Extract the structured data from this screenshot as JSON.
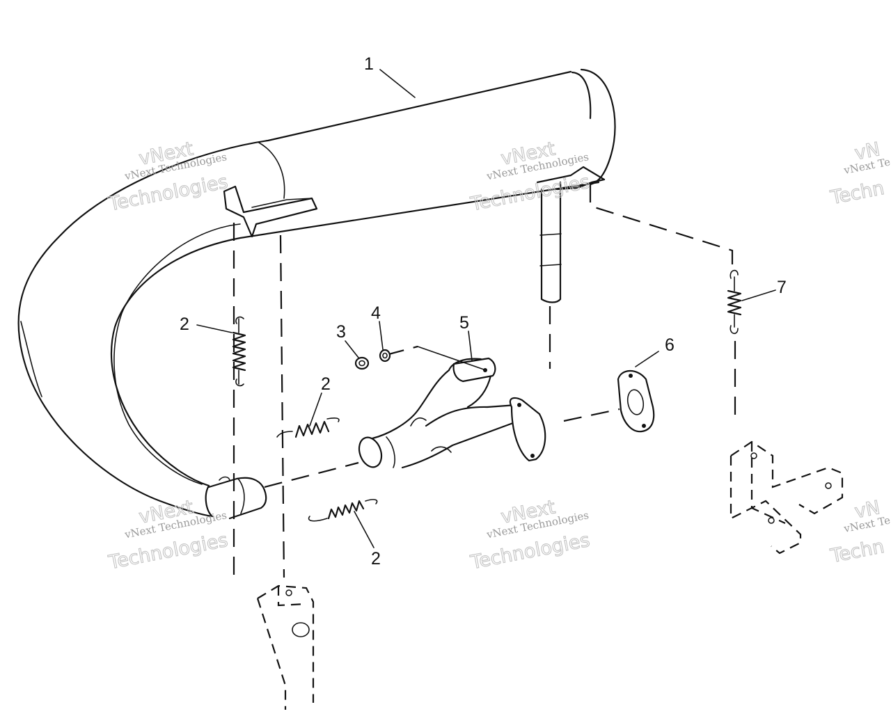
{
  "diagram": {
    "callouts": [
      {
        "id": "callout-1",
        "text": "1"
      },
      {
        "id": "callout-2-left",
        "text": "2"
      },
      {
        "id": "callout-2-middle",
        "text": "2"
      },
      {
        "id": "callout-2-bottom",
        "text": "2"
      },
      {
        "id": "callout-3",
        "text": "3"
      },
      {
        "id": "callout-4",
        "text": "4"
      },
      {
        "id": "callout-5",
        "text": "5"
      },
      {
        "id": "callout-6",
        "text": "6"
      },
      {
        "id": "callout-7",
        "text": "7"
      }
    ],
    "watermark": {
      "brand": "vNext",
      "company": "vNext Technologies",
      "word": "Technologies",
      "fragment_v": "vN",
      "fragment_company": "vNext Te",
      "fragment_word": "Techn"
    }
  }
}
